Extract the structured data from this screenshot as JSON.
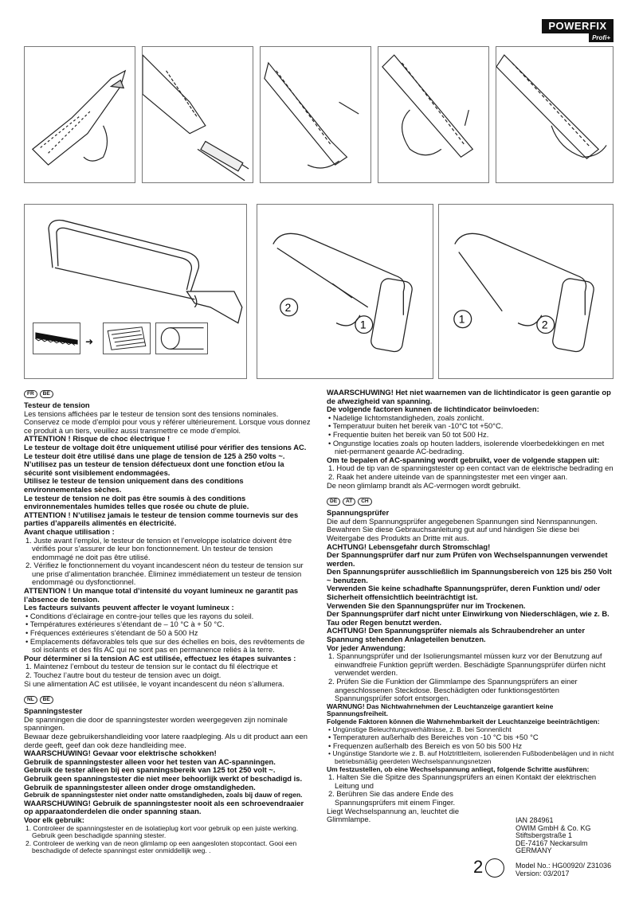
{
  "brand": {
    "name": "POWERFIX",
    "sub": "Profi+"
  },
  "figures": {
    "callouts": [
      "2",
      "1",
      "1",
      "2"
    ],
    "icons": [
      "blade-insert",
      "saw-blade",
      "wood",
      "pipe"
    ]
  },
  "col_left": {
    "fr": {
      "flags": [
        "FR",
        "BE"
      ],
      "lines": [
        {
          "t": "Testeur de tension",
          "s": "hd"
        },
        {
          "t": "Les tensions affichées par le testeur de tension sont des tensions nominales. Conservez ce mode d’emploi pour vous y référer ultérieurement. Lorsque vous donnez ce produit à un tiers, veuillez aussi transmettre ce mode d’emploi."
        },
        {
          "t": "ATTENTION ! Risque de choc électrique !",
          "s": "b"
        },
        {
          "t": "Le testeur de voltage doit être uniquement utilisé pour vérifier des tensions AC.",
          "s": "b"
        },
        {
          "t": "Le testeur doit être utilisé dans une plage de tension de 125 à 250 volts ~.",
          "s": "b"
        },
        {
          "t": "N’utilisez pas un testeur de tension défectueux dont une fonction et/ou la sécurité sont visiblement endommagées.",
          "s": "b"
        },
        {
          "t": "Utilisez le testeur de tension uniquement dans des conditions environnementales sèches.",
          "s": "b"
        },
        {
          "t": "Le testeur de tension ne doit pas être soumis à des conditions environnementales humides telles que rosée ou chute de pluie.",
          "s": "b"
        },
        {
          "t": "ATTENTION ! N’utilisez jamais le testeur de tension comme tournevis sur des parties d’appareils alimentés en électricité.",
          "s": "b"
        },
        {
          "t": "Avant chaque utilisation :",
          "s": "b"
        },
        {
          "t": "1.  Juste avant l’emploi, le testeur de tension et l’enveloppe isolatrice doivent être vérifiés pour s’assurer de leur bon fonctionnement. Un testeur de tension endommagé ne doit pas être utilisé.",
          "s": "li"
        },
        {
          "t": "2.  Vérifiez le fonctionnement du voyant incandescent néon du testeur de tension sur une prise d’alimentation branchée. Éliminez immédiatement un testeur de tension endommagé ou dysfonctionnel.",
          "s": "li"
        },
        {
          "t": "ATTENTION ! Un manque total d’intensité du voyant lumineux ne garantit pas l’absence de tension.",
          "s": "b"
        },
        {
          "t": "Les facteurs suivants peuvent affecter le voyant lumineux :",
          "s": "b"
        },
        {
          "t": "•  Conditions d’éclairage en contre-jour telles que les rayons du soleil.",
          "s": "li"
        },
        {
          "t": "•  Températures extérieures s’étendant de – 10 °C à + 50 °C.",
          "s": "li"
        },
        {
          "t": "•  Fréquences extérieures s’étendant de 50 à 500 Hz",
          "s": "li"
        },
        {
          "t": "•  Emplacements défavorables tels que sur des échelles en bois, des revêtements de sol isolants et des fils AC qui ne sont pas en permanence reliés à la terre.",
          "s": "li"
        },
        {
          "t": "Pour déterminer si la tension AC est utilisée, effectuez les étapes suivantes :",
          "s": "b"
        },
        {
          "t": "1.  Maintenez l’embout du testeur de tension sur le contact du fil électrique et",
          "s": "li"
        },
        {
          "t": "2.  Touchez l’autre bout du testeur de tension avec un doigt.",
          "s": "li"
        },
        {
          "t": "Si une alimentation AC est utilisée, le voyant incandescent du néon s’allumera."
        }
      ]
    },
    "nl": {
      "flags": [
        "NL",
        "BE"
      ],
      "lines": [
        {
          "t": "Spanningstester",
          "s": "hd"
        },
        {
          "t": "De spanningen die door de spanningstester worden weergegeven zijn nominale spanningen."
        },
        {
          "t": "Bewaar deze gebruikershandleiding voor latere raadpleging. Als u dit product aan een derde geeft, geef dan ook deze handleiding mee."
        },
        {
          "t": "WAARSCHUWING! Gevaar voor elektrische schokken!",
          "s": "b"
        },
        {
          "t": "Gebruik de spanningstester alleen voor het testen van AC-spanningen.",
          "s": "b"
        },
        {
          "t": "Gebruik de tester alleen bij een spanningsbereik van 125 tot 250 volt ~.",
          "s": "b"
        },
        {
          "t": "Gebruik geen spanningstester die niet meer behoorlijk werkt of beschadigd is.",
          "s": "b"
        },
        {
          "t": "Gebruik de spanningstester alleen onder droge omstandigheden.",
          "s": "b"
        },
        {
          "t": "Gebruik de spanningstester niet onder natte omstandigheden, zoals bij dauw of regen.",
          "s": "b small"
        },
        {
          "t": "WAARSCHUWING! Gebruik de spanningstester nooit als een schroevendraaier op apparaatonderdelen die onder spanning staan.",
          "s": "b"
        },
        {
          "t": "Voor elk gebruik:",
          "s": "b"
        },
        {
          "t": "1.  Controleer de spanningstester en de isolatieplug kort voor gebruik op een juiste werking. Gebruik geen beschadigde spanning stester.",
          "s": "li small"
        },
        {
          "t": "2.  Controleer de werking van de neon glimlamp op een aangesloten stopcontact. Gooi een beschadigde of defecte spanningst ester onmiddellijk weg. .",
          "s": "li small"
        }
      ]
    }
  },
  "col_right": {
    "nl_cont": {
      "lines": [
        {
          "t": "WAARSCHUWING! Het niet waarnemen van de lichtindicator is geen garantie op de afwezigheid van spanning.",
          "s": "b"
        },
        {
          "t": "De volgende factoren kunnen de lichtindicator beïnvloeden:",
          "s": "b"
        },
        {
          "t": "•  Nadelige lichtomstandigheden, zoals zonlicht.",
          "s": "li"
        },
        {
          "t": "•  Temperatuur buiten het bereik van -10°C tot +50°C.",
          "s": "li"
        },
        {
          "t": "•  Frequentie buiten het bereik van 50 tot 500 Hz.",
          "s": "li"
        },
        {
          "t": "•  Ongunstige locaties zoals op houten ladders, isolerende vloerbedekkingen en met niet-permanent geaarde AC-bedrading.",
          "s": "li"
        },
        {
          "t": "Om te bepalen of AC-spanning wordt gebruikt, voer de volgende stappen uit:",
          "s": "b"
        },
        {
          "t": "1.  Houd de tip van de spanningstester op een contact van de elektrische bedrading en",
          "s": "li"
        },
        {
          "t": "2.  Raak het andere uiteinde van de spanningstester met een vinger aan.",
          "s": "li"
        },
        {
          "t": "De neon glimlamp brandt als AC-vermogen wordt gebruikt."
        }
      ]
    },
    "de": {
      "flags": [
        "DE",
        "AT",
        "CH"
      ],
      "lines": [
        {
          "t": "Spannungsprüfer",
          "s": "hd"
        },
        {
          "t": "Die auf dem Spannungsprüfer angegebenen Spannungen sind Nennspannungen. Bewahren Sie diese Gebrauchsanleitung gut auf und händigen Sie diese bei Weitergabe des Produkts an Dritte mit aus."
        },
        {
          "t": "ACHTUNG! Lebensgefahr durch Stromschlag!",
          "s": "b"
        },
        {
          "t": "Der Spannungsprüfer darf nur zum Prüfen von Wechselspannungen verwendet werden.",
          "s": "b"
        },
        {
          "t": "Den Spannungsprüfer ausschließlich im Spannungsbereich von 125 bis 250 Volt ~ benutzen.",
          "s": "b"
        },
        {
          "t": "Verwenden Sie keine schadhafte Spannungsprüfer, deren Funktion und/ oder Sicherheit offensichtlich beeinträchtigt ist.",
          "s": "b"
        },
        {
          "t": "Verwenden Sie den Spannungsprüfer nur im Trockenen.",
          "s": "b"
        },
        {
          "t": "Der Spannungsprüfer darf nicht unter Einwirkung von Niederschlägen, wie z. B. Tau oder Regen benutzt werden.",
          "s": "b"
        },
        {
          "t": "ACHTUNG! Den Spannungsprüfer niemals als Schraubendreher an unter Spannung stehenden Anlageteilen benutzen.",
          "s": "b"
        },
        {
          "t": "Vor jeder Anwendung:",
          "s": "b"
        },
        {
          "t": "1.  Spannungsprüfer und der Isolierungsmantel müssen kurz vor der Benutzung auf einwandfreie Funktion geprüft werden. Beschädigte Spannungsprüfer dürfen nicht verwendet werden.",
          "s": "li"
        },
        {
          "t": "2.  Prüfen Sie die Funktion der Glimmlampe des Spannungsprüfers an einer angeschlossenen Steckdose. Beschädigten oder funktionsgestörten Spannungsprüfer sofort entsorgen.",
          "s": "li"
        },
        {
          "t": "WARNUNG! Das Nichtwahrnehmen der Leuchtanzeige garantiert keine Spannungsfreiheit.",
          "s": "b small"
        },
        {
          "t": "Folgende Faktoren können die Wahrnehmbarkeit der Leuchtanzeige beeinträchtigen:",
          "s": "b small"
        },
        {
          "t": "•  Ungünstige Beleuchtungsverhältnisse, z. B. bei Sonnenlicht",
          "s": "li small"
        },
        {
          "t": "•  Temperaturen außerhalb des Bereiches von -10 °C bis +50 °C",
          "s": "li"
        },
        {
          "t": "•  Frequenzen außerhalb des Bereich es von 50 bis 500 Hz",
          "s": "li"
        },
        {
          "t": "•  Ungünstige Standorte wie z. B. auf Holztrittleitern, isolierenden Fußbodenbelägen und in nicht betriebsmäßig geerdeten Wechselspannungsnetzen",
          "s": "li small"
        },
        {
          "t": "Um festzustellen, ob eine Wechselspannung anliegt, folgende Schritte ausführen:",
          "s": "b small"
        },
        {
          "t": "1.  Halten Sie die Spitze des Spannungsprüfers an einen Kontakt der elektrischen Leitung und",
          "s": "li"
        }
      ],
      "tail": [
        "2.  Berühren Sie das andere Ende des Spannungsprüfers mit einem Finger.",
        "Liegt Wechselspannung an, leuchtet die Glimmlampe."
      ]
    }
  },
  "footer": {
    "ian": "IAN 284961",
    "company": "OWIM GmbH & Co. KG",
    "street": "Stiftsbergstraße 1",
    "city": "DE-74167 Neckarsulm",
    "country": "GERMANY",
    "page_number": "2",
    "model": "Model No.: HG00920/ Z31036",
    "version": "Version: 03/2017"
  }
}
